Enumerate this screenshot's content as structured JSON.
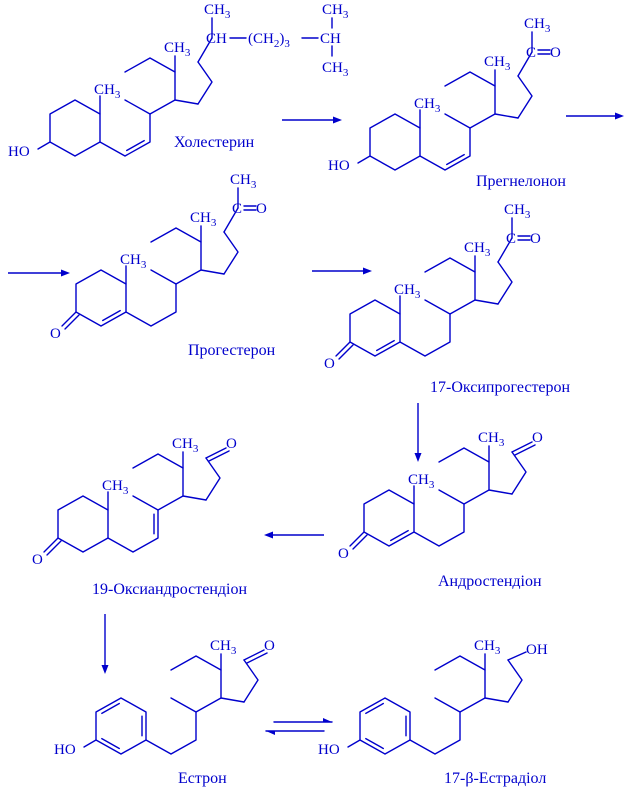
{
  "colors": {
    "ink": "#0000cc",
    "background": "#ffffff"
  },
  "compounds": [
    {
      "id": "cholesterol",
      "name": "Холестерин"
    },
    {
      "id": "pregnenolone",
      "name": "Прегнелонон"
    },
    {
      "id": "progesterone",
      "name": "Прогестерон"
    },
    {
      "id": "hydroxyprogesterone",
      "name": "17-Оксипрогестерон"
    },
    {
      "id": "hydroxyandrostenedione",
      "name": "19-Оксиандростендіон"
    },
    {
      "id": "androstenedione",
      "name": "Андростендіон"
    },
    {
      "id": "estrone",
      "name": "Естрон"
    },
    {
      "id": "estradiol",
      "name": "17-β-Естрадіол"
    }
  ],
  "labels": {
    "methyl": "CH",
    "methyl_sub": "3",
    "hydroxyl": "HO",
    "hydroxyl_right": "OH",
    "oxygen": "O",
    "carbonyl_carbon": "C",
    "chain_ch": "CH",
    "chain_ch2": "(CH",
    "chain_ch2_sub": "2",
    "chain_close": ")",
    "chain_n": "3"
  },
  "reactions": [
    {
      "from": "cholesterol",
      "to": "pregnenolone",
      "type": "forward"
    },
    {
      "from": "pregnenolone",
      "to": "progesterone",
      "type": "forward"
    },
    {
      "from": "progesterone",
      "to": "hydroxyprogesterone",
      "type": "forward"
    },
    {
      "from": "hydroxyprogesterone",
      "to": "androstenedione",
      "type": "forward"
    },
    {
      "from": "androstenedione",
      "to": "hydroxyandrostenedione",
      "type": "forward"
    },
    {
      "from": "hydroxyandrostenedione",
      "to": "estrone",
      "type": "forward"
    },
    {
      "from": "estrone",
      "to": "estradiol",
      "type": "equilibrium"
    }
  ]
}
